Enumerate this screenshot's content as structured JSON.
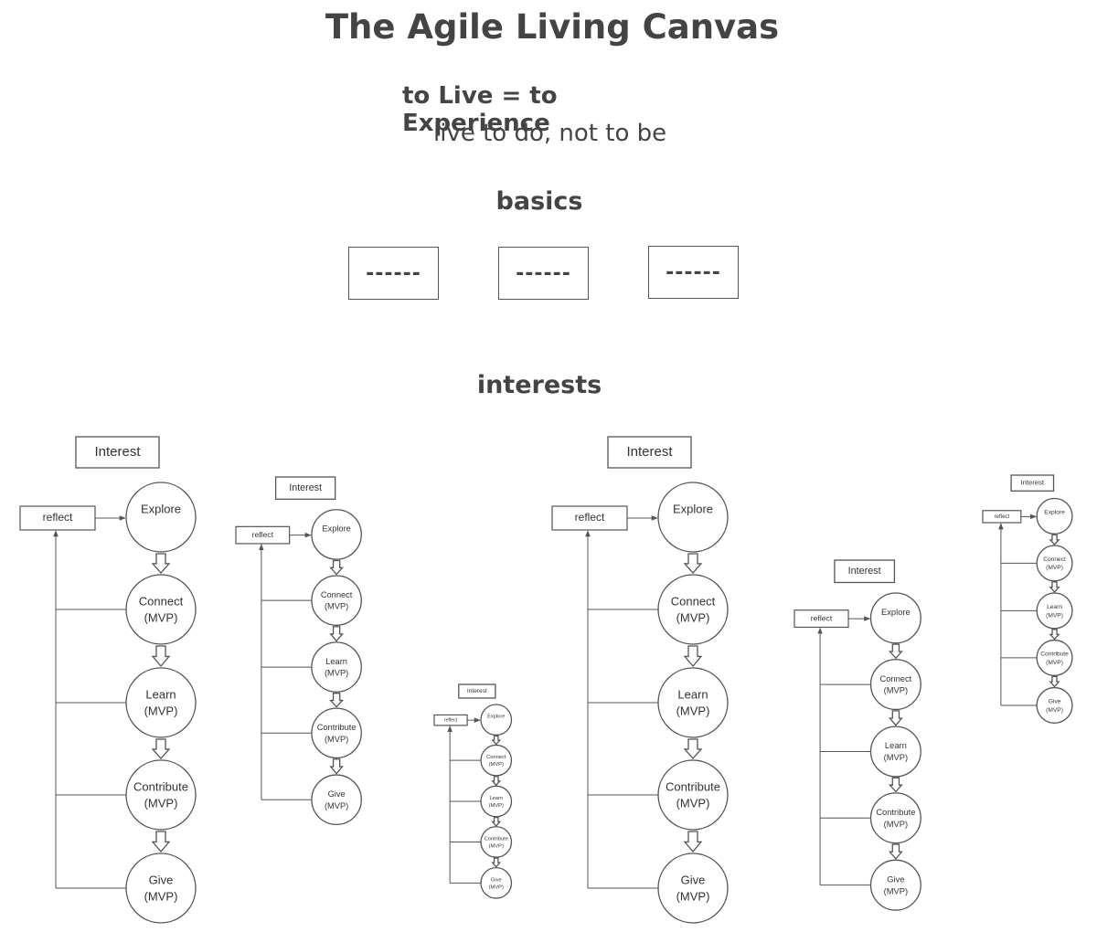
{
  "header": {
    "title": "The Agile Living Canvas",
    "subtitle": "to Live = to Experience",
    "tagline": "live to do, not to be"
  },
  "sections": {
    "basics": "basics",
    "interests": "interests"
  },
  "basics_boxes": [
    "------",
    "------",
    "------"
  ],
  "flow_template": {
    "interest": "Interest",
    "reflect": "reflect",
    "steps": [
      [
        "Explore"
      ],
      [
        "Connect",
        "(MVP)"
      ],
      [
        "Learn",
        "(MVP)"
      ],
      [
        "Contribute",
        "(MVP)"
      ],
      [
        "Give",
        "(MVP)"
      ]
    ]
  },
  "colors": {
    "stroke": "#555555",
    "text": "#444444",
    "background": "#ffffff"
  }
}
